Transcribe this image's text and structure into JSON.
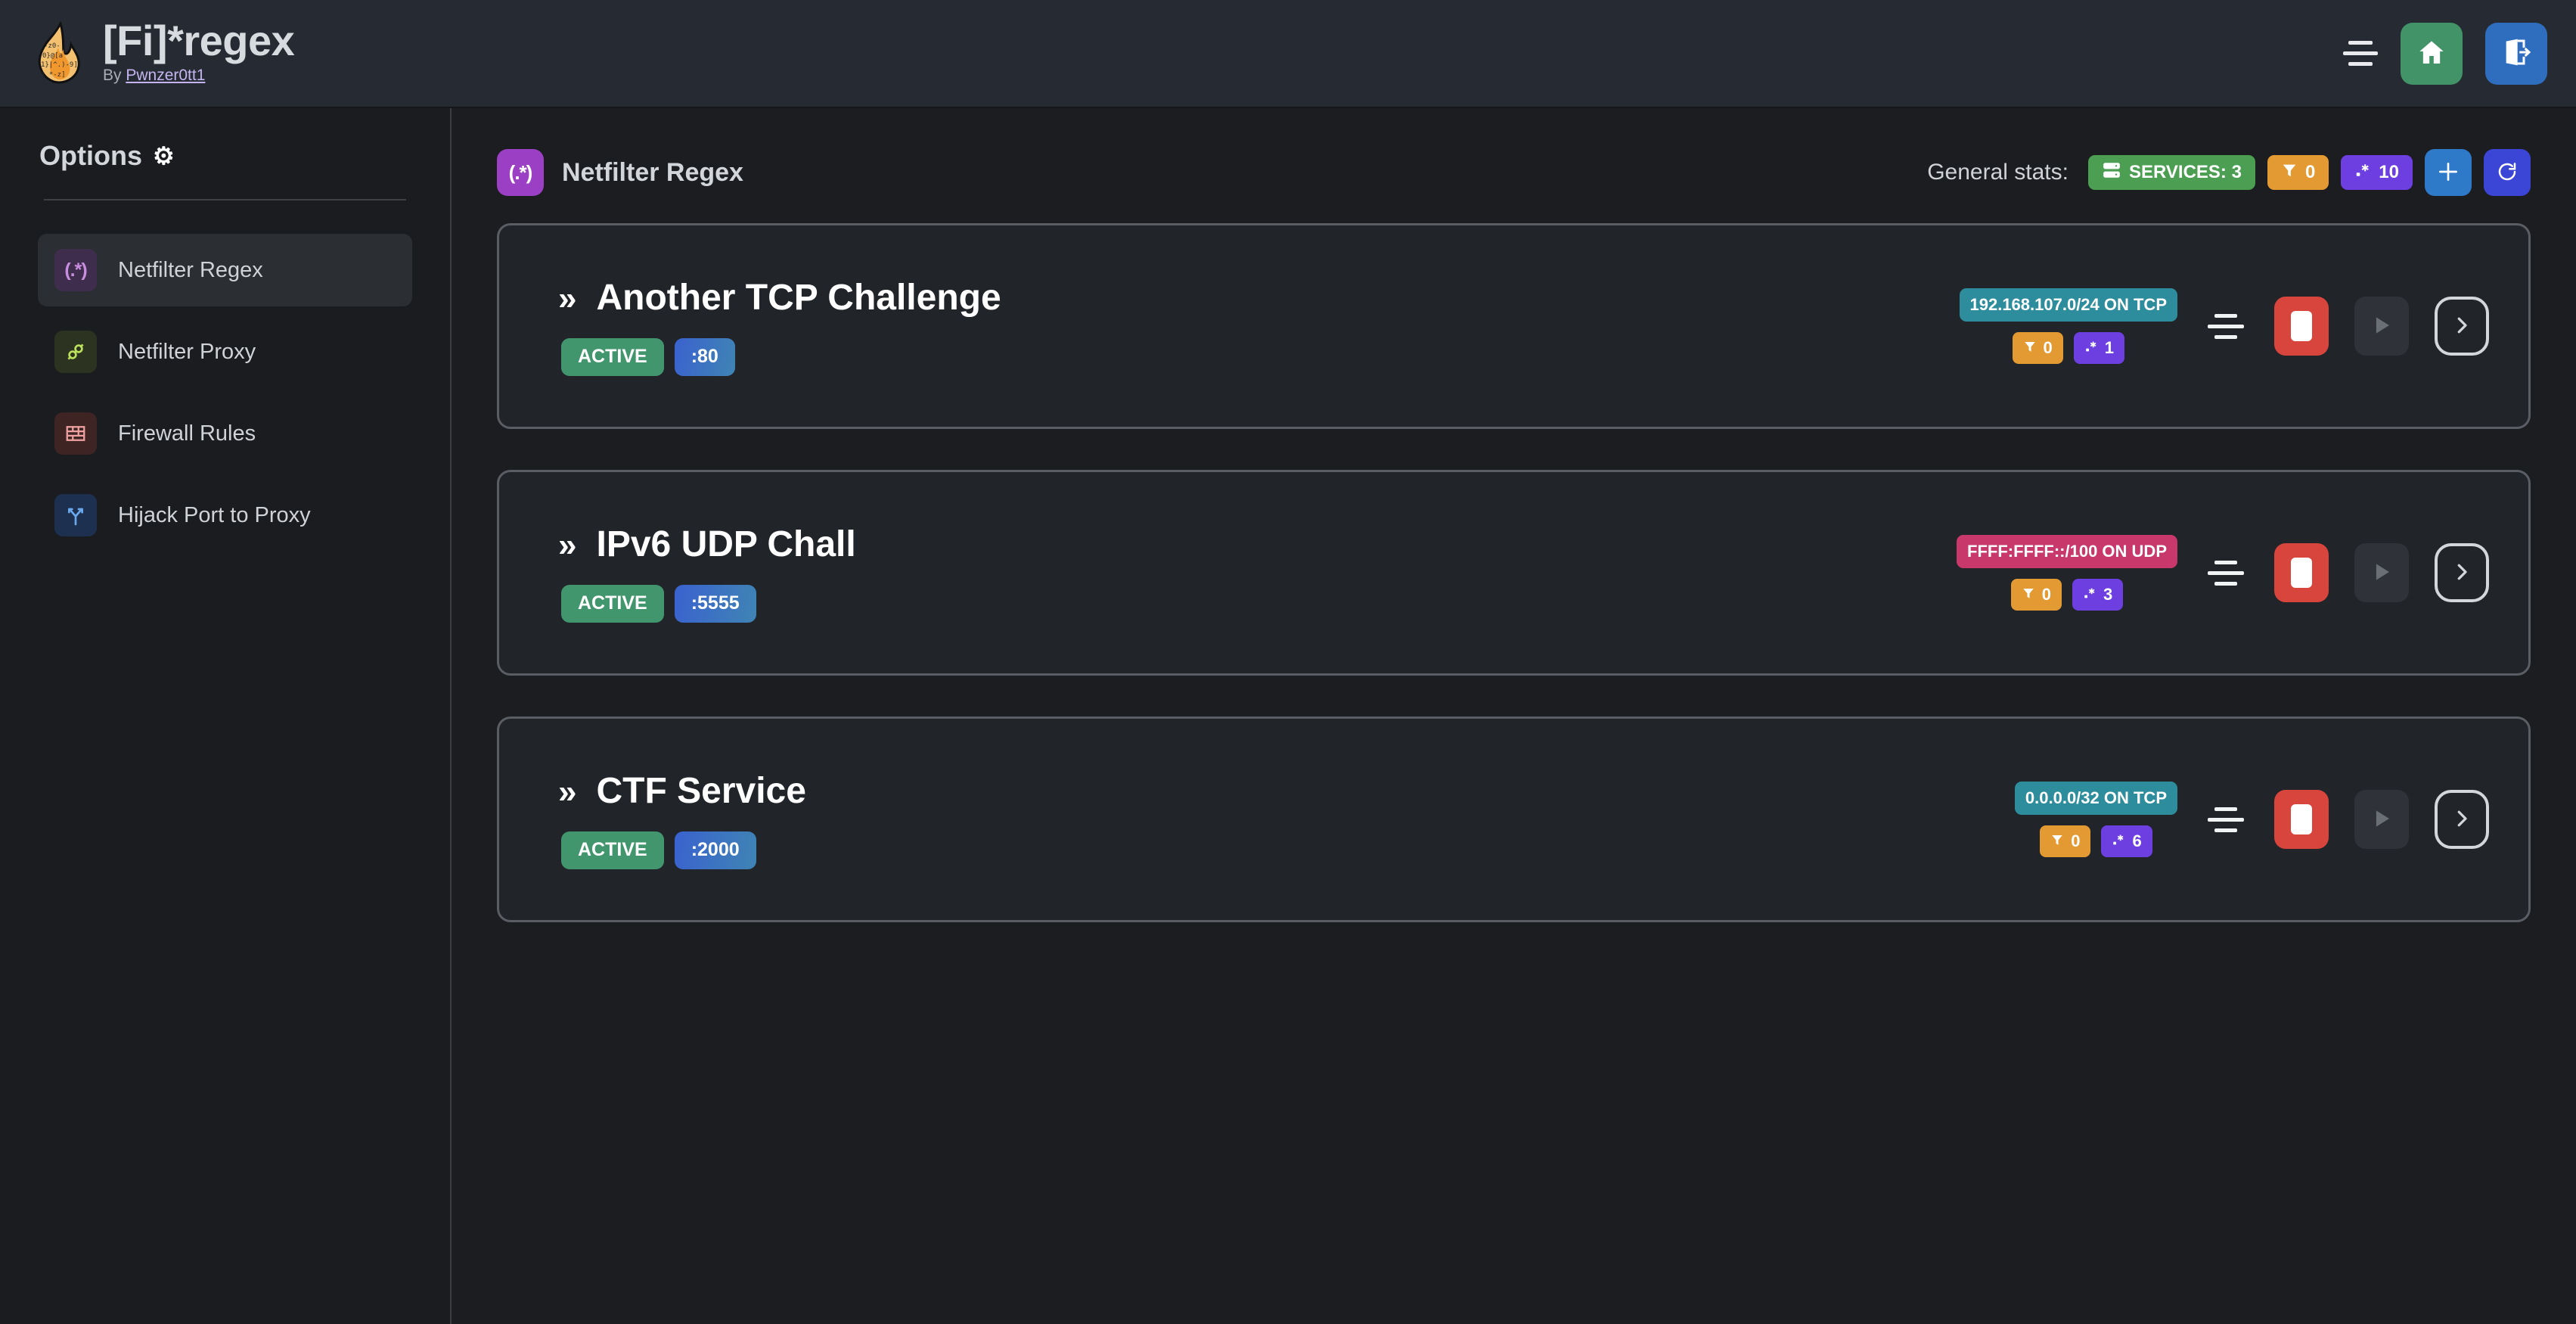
{
  "header": {
    "app_title": "[Fi]*regex",
    "by_prefix": "By ",
    "author": "Pwnzer0tt1",
    "logo_icon": "flame-regex-logo",
    "menu_icon": "hamburger-menu-icon",
    "home_icon": "home-icon",
    "logout_icon": "logout-icon",
    "home_color": "#429367",
    "logout_color": "#2f6dbf"
  },
  "sidebar": {
    "title": "Options",
    "gear_icon": "gear-icon",
    "items": [
      {
        "label": "Netfilter Regex",
        "icon": "regex-icon",
        "glyph": "(.*)",
        "active": true
      },
      {
        "label": "Netfilter Proxy",
        "icon": "plug-icon",
        "glyph": "",
        "active": false
      },
      {
        "label": "Firewall Rules",
        "icon": "brick-wall-icon",
        "glyph": "",
        "active": false
      },
      {
        "label": "Hijack Port to Proxy",
        "icon": "route-fork-icon",
        "glyph": "",
        "active": false
      }
    ]
  },
  "main": {
    "page_icon": "regex-icon",
    "page_icon_glyph": "(.*)",
    "page_title": "Netfilter Regex",
    "stats": {
      "label": "General stats:",
      "services_icon": "server-stack-icon",
      "services_text": "SERVICES: 3",
      "filters_icon": "filter-icon",
      "filters_count": "0",
      "regexes_icon": "regex-dot-star-icon",
      "regexes_count": "10",
      "add_icon": "plus-icon",
      "refresh_icon": "refresh-icon"
    },
    "services": [
      {
        "chevron": "»",
        "name": "Another TCP Challenge",
        "status": "ACTIVE",
        "port": ":80",
        "network": "192.168.107.0/24 ON TCP",
        "network_color": "#2e8d9c",
        "filters_count": "0",
        "regexes_count": "1",
        "settings_icon": "sliders-icon",
        "stop_icon": "stop-icon",
        "play_icon": "play-icon",
        "details_icon": "chevron-right-icon"
      },
      {
        "chevron": "»",
        "name": "IPv6 UDP Chall",
        "status": "ACTIVE",
        "port": ":5555",
        "network": "FFFF:FFFF::/100 ON UDP",
        "network_color": "#c8386a",
        "filters_count": "0",
        "regexes_count": "3",
        "settings_icon": "sliders-icon",
        "stop_icon": "stop-icon",
        "play_icon": "play-icon",
        "details_icon": "chevron-right-icon"
      },
      {
        "chevron": "»",
        "name": "CTF Service",
        "status": "ACTIVE",
        "port": ":2000",
        "network": "0.0.0.0/32 ON TCP",
        "network_color": "#2e8d9c",
        "filters_count": "0",
        "regexes_count": "6",
        "settings_icon": "sliders-icon",
        "stop_icon": "stop-icon",
        "play_icon": "play-icon",
        "details_icon": "chevron-right-icon"
      }
    ]
  }
}
